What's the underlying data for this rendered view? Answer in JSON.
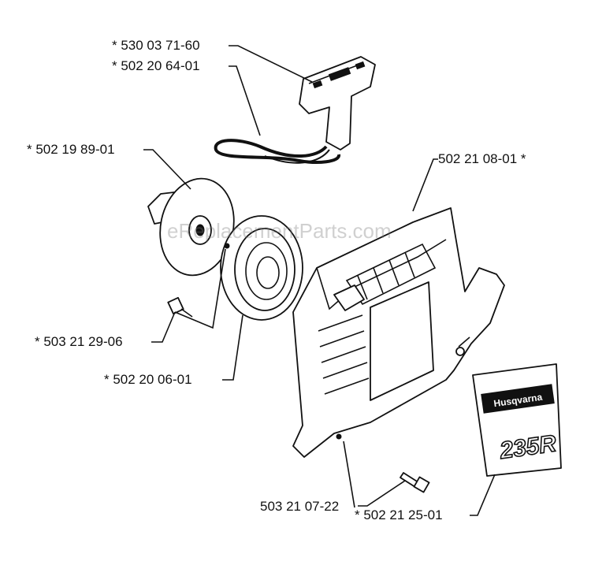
{
  "watermark": "eReplacementParts.com",
  "labels": {
    "handle": "* 530 03 71-60",
    "rope": "* 502 20 64-01",
    "pulley": "* 502 19 89-01",
    "cover": "502 21 08-01 *",
    "screw_small": "* 503 21 29-06",
    "spring_cassette": "* 502 20 06-01",
    "bolt": "503 21 07-22",
    "decal": "* 502 21 25-01"
  },
  "decal": {
    "brand": "Husqvarna",
    "model": "235R"
  }
}
